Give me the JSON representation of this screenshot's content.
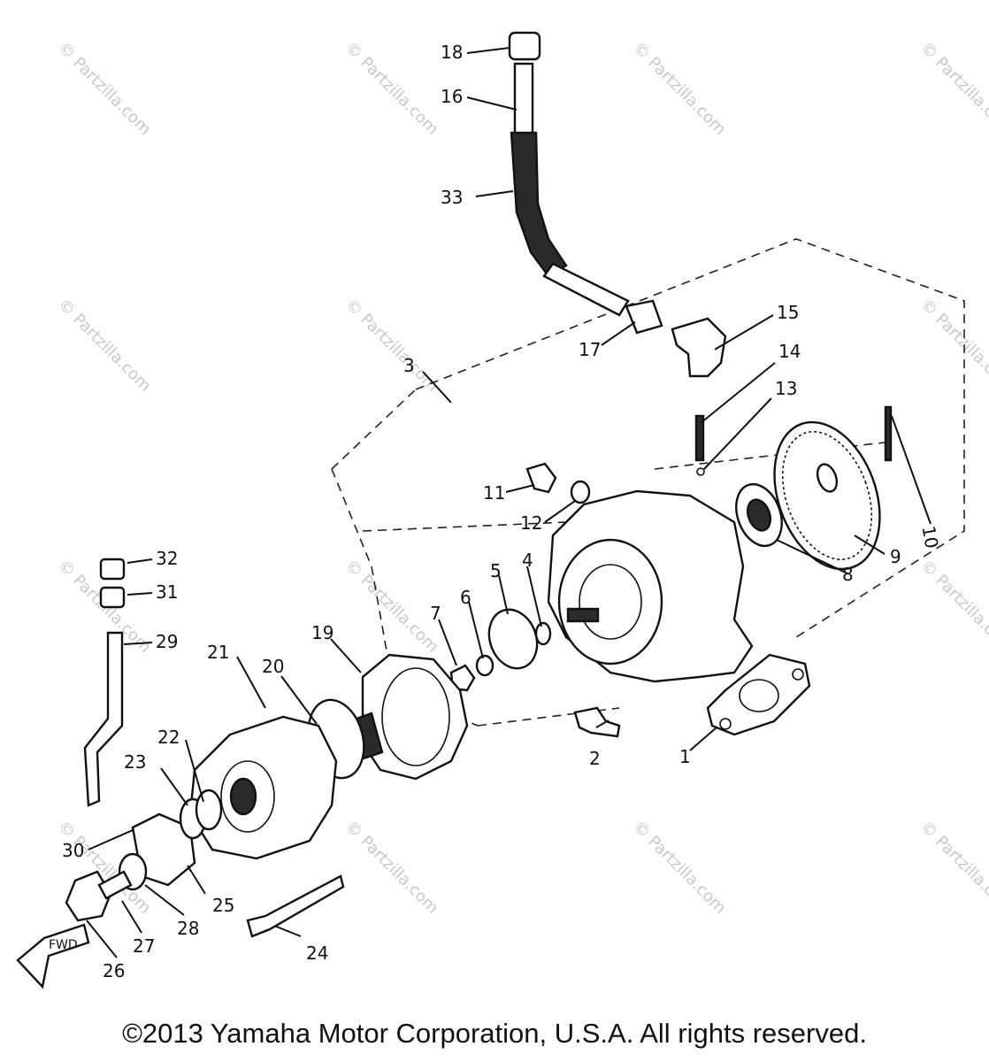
{
  "watermark": "© Partzilla.com",
  "copyright": "©2013 Yamaha Motor Corporation, U.S.A. All rights reserved.",
  "fwd_label": "FWD",
  "callouts": [
    "1",
    "2",
    "3",
    "4",
    "5",
    "6",
    "7",
    "8",
    "9",
    "10",
    "11",
    "12",
    "13",
    "14",
    "15",
    "16",
    "17",
    "18",
    "19",
    "20",
    "21",
    "22",
    "23",
    "24",
    "25",
    "26",
    "27",
    "28",
    "29",
    "30",
    "31",
    "32",
    "33"
  ]
}
